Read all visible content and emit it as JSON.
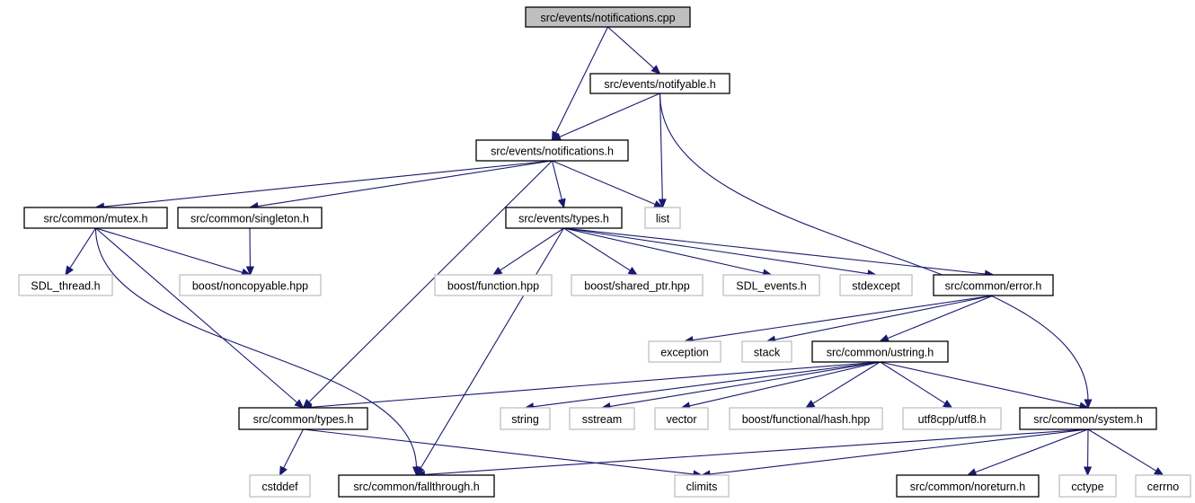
{
  "graph": {
    "edge_color": "#191970",
    "nodes": [
      {
        "id": "n0",
        "label": "src/events/notifications.cpp",
        "kind": "root"
      },
      {
        "id": "n1",
        "label": "src/events/notifyable.h",
        "kind": "local"
      },
      {
        "id": "n2",
        "label": "src/events/notifications.h",
        "kind": "local"
      },
      {
        "id": "n3",
        "label": "src/common/mutex.h",
        "kind": "local"
      },
      {
        "id": "n4",
        "label": "src/common/singleton.h",
        "kind": "local"
      },
      {
        "id": "n5",
        "label": "src/events/types.h",
        "kind": "local"
      },
      {
        "id": "n6",
        "label": "list",
        "kind": "external"
      },
      {
        "id": "n7",
        "label": "SDL_thread.h",
        "kind": "external"
      },
      {
        "id": "n8",
        "label": "boost/noncopyable.hpp",
        "kind": "external"
      },
      {
        "id": "n9",
        "label": "boost/function.hpp",
        "kind": "external"
      },
      {
        "id": "n10",
        "label": "boost/shared_ptr.hpp",
        "kind": "external"
      },
      {
        "id": "n11",
        "label": "SDL_events.h",
        "kind": "external"
      },
      {
        "id": "n12",
        "label": "stdexcept",
        "kind": "external"
      },
      {
        "id": "n13",
        "label": "src/common/error.h",
        "kind": "local"
      },
      {
        "id": "n14",
        "label": "exception",
        "kind": "external"
      },
      {
        "id": "n15",
        "label": "stack",
        "kind": "external"
      },
      {
        "id": "n16",
        "label": "src/common/ustring.h",
        "kind": "local"
      },
      {
        "id": "n17",
        "label": "src/common/types.h",
        "kind": "local"
      },
      {
        "id": "n18",
        "label": "string",
        "kind": "external"
      },
      {
        "id": "n19",
        "label": "sstream",
        "kind": "external"
      },
      {
        "id": "n20",
        "label": "vector",
        "kind": "external"
      },
      {
        "id": "n21",
        "label": "boost/functional/hash.hpp",
        "kind": "external"
      },
      {
        "id": "n22",
        "label": "utf8cpp/utf8.h",
        "kind": "external"
      },
      {
        "id": "n23",
        "label": "src/common/system.h",
        "kind": "local"
      },
      {
        "id": "n24",
        "label": "cstddef",
        "kind": "external"
      },
      {
        "id": "n25",
        "label": "src/common/fallthrough.h",
        "kind": "local"
      },
      {
        "id": "n26",
        "label": "climits",
        "kind": "external"
      },
      {
        "id": "n27",
        "label": "src/common/noreturn.h",
        "kind": "local"
      },
      {
        "id": "n28",
        "label": "cctype",
        "kind": "external"
      },
      {
        "id": "n29",
        "label": "cerrno",
        "kind": "external"
      }
    ],
    "edges": [
      {
        "from": "n0",
        "to": "n1"
      },
      {
        "from": "n0",
        "to": "n2"
      },
      {
        "from": "n1",
        "to": "n2"
      },
      {
        "from": "n1",
        "to": "n6"
      },
      {
        "from": "n1",
        "to": "n23"
      },
      {
        "from": "n2",
        "to": "n3"
      },
      {
        "from": "n2",
        "to": "n4"
      },
      {
        "from": "n2",
        "to": "n5"
      },
      {
        "from": "n2",
        "to": "n6"
      },
      {
        "from": "n2",
        "to": "n17"
      },
      {
        "from": "n3",
        "to": "n7"
      },
      {
        "from": "n3",
        "to": "n8"
      },
      {
        "from": "n3",
        "to": "n17"
      },
      {
        "from": "n3",
        "to": "n25"
      },
      {
        "from": "n4",
        "to": "n8"
      },
      {
        "from": "n5",
        "to": "n9"
      },
      {
        "from": "n5",
        "to": "n10"
      },
      {
        "from": "n5",
        "to": "n11"
      },
      {
        "from": "n5",
        "to": "n12"
      },
      {
        "from": "n5",
        "to": "n13"
      },
      {
        "from": "n5",
        "to": "n25"
      },
      {
        "from": "n13",
        "to": "n14"
      },
      {
        "from": "n13",
        "to": "n15"
      },
      {
        "from": "n13",
        "to": "n16"
      },
      {
        "from": "n16",
        "to": "n17"
      },
      {
        "from": "n16",
        "to": "n18"
      },
      {
        "from": "n16",
        "to": "n19"
      },
      {
        "from": "n16",
        "to": "n20"
      },
      {
        "from": "n16",
        "to": "n21"
      },
      {
        "from": "n16",
        "to": "n22"
      },
      {
        "from": "n16",
        "to": "n23"
      },
      {
        "from": "n17",
        "to": "n24"
      },
      {
        "from": "n17",
        "to": "n26"
      },
      {
        "from": "n23",
        "to": "n25"
      },
      {
        "from": "n23",
        "to": "n26"
      },
      {
        "from": "n23",
        "to": "n27"
      },
      {
        "from": "n23",
        "to": "n28"
      },
      {
        "from": "n23",
        "to": "n29"
      }
    ]
  }
}
